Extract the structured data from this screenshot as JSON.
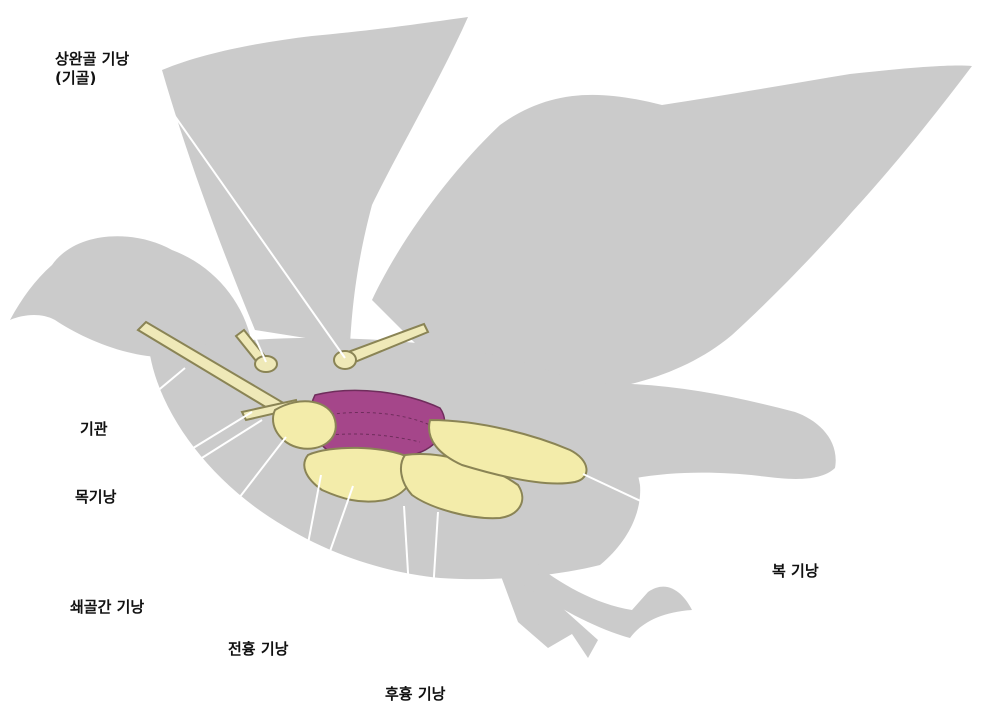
{
  "labels": {
    "humerus_sac_line1": "상완골 기낭",
    "humerus_sac_line2": "(기골)",
    "trachea": "기관",
    "cervical_sac": "목기낭",
    "clavicular_sac": "쇄골간 기낭",
    "anterior_thoracic_sac": "전흉 기낭",
    "posterior_thoracic_sac": "후흉 기낭",
    "abdominal_sac": "복 기낭"
  },
  "colors": {
    "silhouette": "#cbcbcb",
    "air_sac_fill": "#f3ecaa",
    "air_sac_stroke": "#8a8455",
    "lung_fill": "#a5468a",
    "leader_line": "#ffffff"
  }
}
